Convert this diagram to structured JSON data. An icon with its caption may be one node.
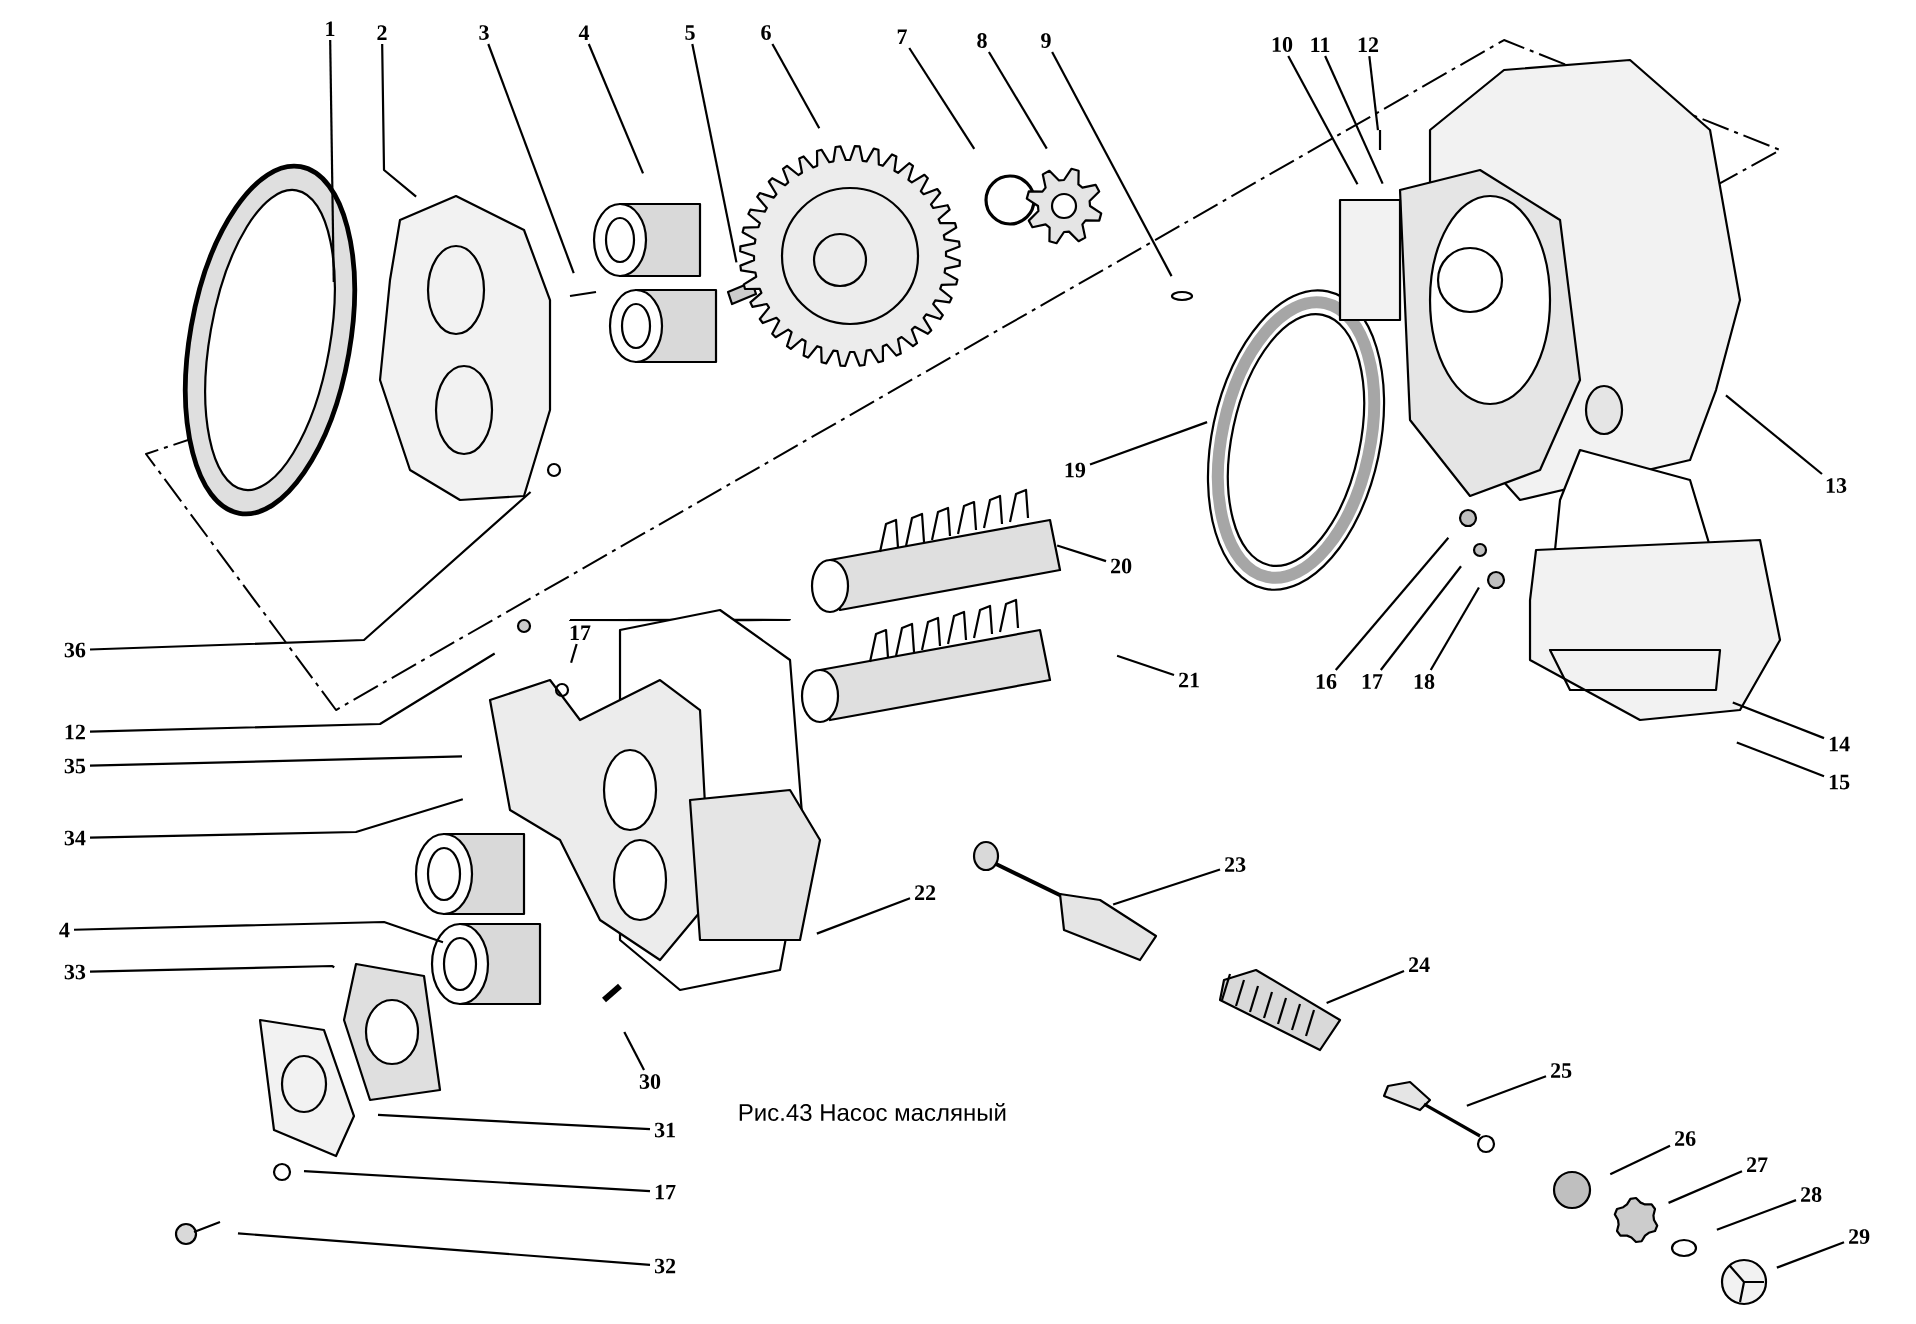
{
  "diagram": {
    "caption": "Рис.43 Насос масляный",
    "nodes": [
      {
        "text": [
          "1"
        ]
      },
      {
        "text": [
          "2"
        ]
      },
      {
        "text": [
          "3"
        ]
      },
      {
        "text": [
          "4"
        ]
      },
      {
        "text": [
          "5"
        ]
      },
      {
        "text": [
          "6"
        ]
      },
      {
        "text": [
          "7"
        ]
      },
      {
        "text": [
          "8"
        ]
      },
      {
        "text": [
          "9"
        ]
      },
      {
        "text": [
          "10"
        ]
      },
      {
        "text": [
          "11"
        ]
      },
      {
        "text": [
          "12"
        ]
      },
      {
        "text": [
          "13"
        ]
      },
      {
        "text": [
          "19"
        ]
      },
      {
        "text": [
          "20"
        ]
      },
      {
        "text": [
          "36"
        ]
      },
      {
        "text": [
          "17"
        ]
      },
      {
        "text": [
          "16"
        ]
      },
      {
        "text": [
          "17"
        ]
      },
      {
        "text": [
          "18"
        ]
      },
      {
        "text": [
          "21"
        ]
      },
      {
        "text": [
          "12"
        ]
      },
      {
        "text": [
          "35"
        ]
      },
      {
        "text": [
          "14"
        ]
      },
      {
        "text": [
          "15"
        ]
      },
      {
        "text": [
          "34"
        ]
      },
      {
        "text": [
          "23"
        ]
      },
      {
        "text": [
          "22"
        ]
      },
      {
        "text": [
          "4"
        ]
      },
      {
        "text": [
          "33"
        ]
      },
      {
        "text": [
          "24"
        ]
      },
      {
        "text": [
          "30"
        ]
      },
      {
        "text": [
          "25"
        ]
      },
      {
        "text": [
          "31"
        ]
      },
      {
        "text": [
          "26"
        ]
      },
      {
        "text": [
          "27"
        ]
      },
      {
        "text": [
          "28"
        ]
      },
      {
        "text": [
          "17"
        ]
      },
      {
        "text": [
          "29"
        ]
      },
      {
        "text": [
          "32"
        ]
      }
    ],
    "edges": [
      {
        "from": 0,
        "to": null,
        "arrow": "none"
      },
      {
        "from": 1,
        "to": null,
        "arrow": "none"
      },
      {
        "from": 2,
        "to": null,
        "arrow": "none"
      },
      {
        "from": 3,
        "to": null,
        "arrow": "none"
      },
      {
        "from": 4,
        "to": null,
        "arrow": "none"
      },
      {
        "from": 5,
        "to": null,
        "arrow": "none"
      },
      {
        "from": 6,
        "to": null,
        "arrow": "none"
      },
      {
        "from": 7,
        "to": null,
        "arrow": "none"
      },
      {
        "from": 8,
        "to": null,
        "arrow": "none"
      },
      {
        "from": 9,
        "to": null,
        "arrow": "none"
      },
      {
        "from": 10,
        "to": null,
        "arrow": "none"
      },
      {
        "from": 11,
        "to": null,
        "arrow": "none"
      },
      {
        "from": 12,
        "to": null,
        "arrow": "none"
      },
      {
        "from": 13,
        "to": null,
        "arrow": "none"
      },
      {
        "from": 14,
        "to": null,
        "arrow": "none"
      },
      {
        "from": 15,
        "to": null,
        "arrow": "none"
      },
      {
        "from": 16,
        "to": null,
        "arrow": "none"
      },
      {
        "from": 17,
        "to": null,
        "arrow": "none"
      },
      {
        "from": 18,
        "to": null,
        "arrow": "none"
      },
      {
        "from": 19,
        "to": null,
        "arrow": "none"
      },
      {
        "from": 20,
        "to": null,
        "arrow": "none"
      },
      {
        "from": 21,
        "to": null,
        "arrow": "none"
      },
      {
        "from": 22,
        "to": null,
        "arrow": "none"
      },
      {
        "from": 23,
        "to": null,
        "arrow": "none"
      },
      {
        "from": 24,
        "to": null,
        "arrow": "none"
      },
      {
        "from": 25,
        "to": null,
        "arrow": "none"
      },
      {
        "from": 26,
        "to": null,
        "arrow": "none"
      },
      {
        "from": 27,
        "to": null,
        "arrow": "none"
      },
      {
        "from": 28,
        "to": null,
        "arrow": "none"
      },
      {
        "from": 29,
        "to": null,
        "arrow": "none"
      },
      {
        "from": 30,
        "to": null,
        "arrow": "none"
      },
      {
        "from": 31,
        "to": null,
        "arrow": "none"
      },
      {
        "from": 32,
        "to": null,
        "arrow": "none"
      },
      {
        "from": 33,
        "to": null,
        "arrow": "none"
      },
      {
        "from": 34,
        "to": null,
        "arrow": "none"
      },
      {
        "from": 35,
        "to": null,
        "arrow": "none"
      },
      {
        "from": 36,
        "to": null,
        "arrow": "none"
      },
      {
        "from": 37,
        "to": null,
        "arrow": "none"
      },
      {
        "from": 38,
        "to": null,
        "arrow": "none"
      },
      {
        "from": 39,
        "to": null,
        "arrow": "none"
      }
    ]
  }
}
